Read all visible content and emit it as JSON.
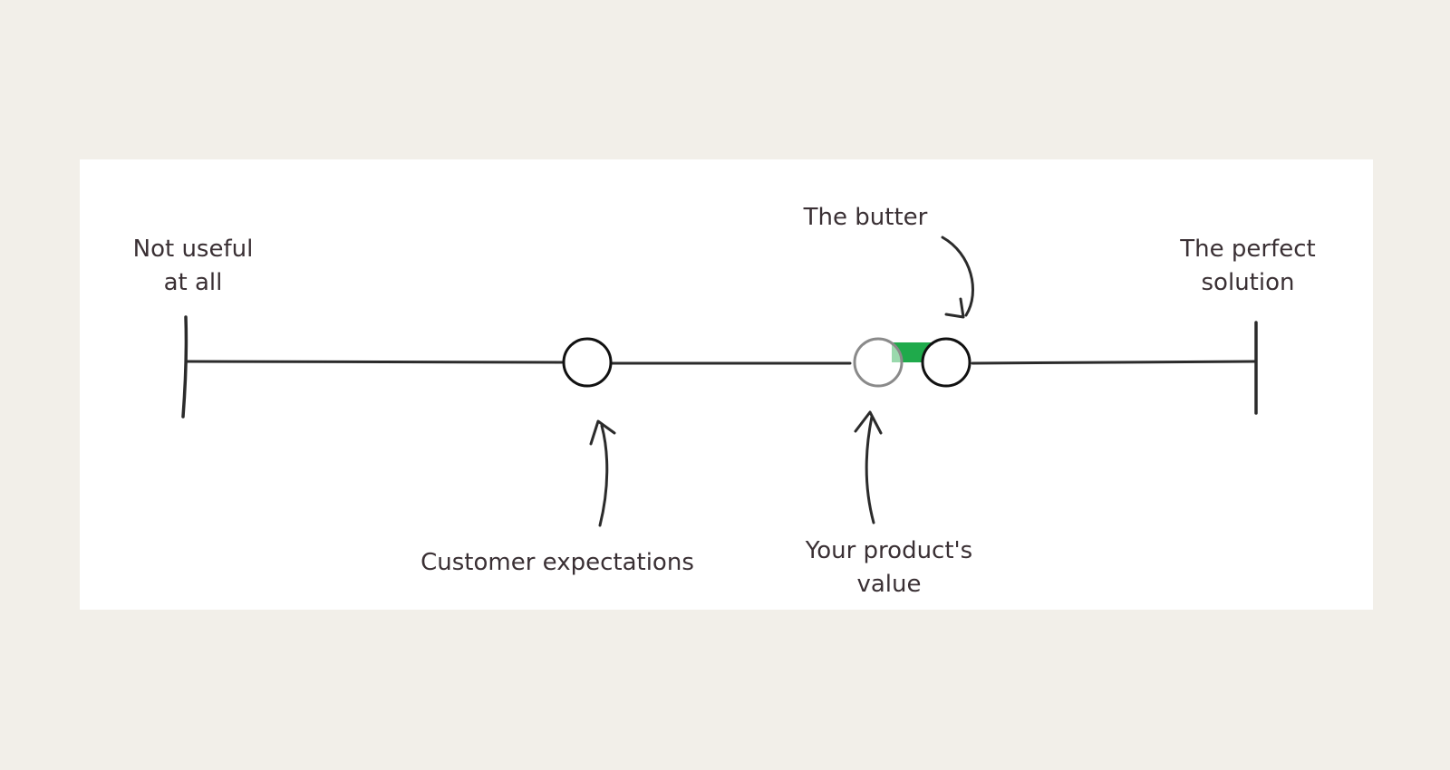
{
  "diagram": {
    "labels": {
      "not_useful": [
        "Not useful",
        "at all"
      ],
      "perfect": [
        "The perfect",
        "solution"
      ],
      "butter": "The butter",
      "customer": "Customer expectations",
      "product": [
        "Your product's",
        "value"
      ]
    },
    "colors": {
      "background": "#f2efe9",
      "card": "#ffffff",
      "ink": "#3a3034",
      "line": "#2b2b2b",
      "butter": "#1faa4b",
      "faded_circle": "#8a8a8a"
    }
  }
}
